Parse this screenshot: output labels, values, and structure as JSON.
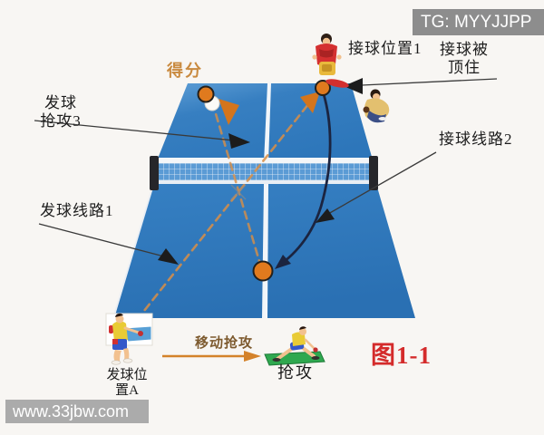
{
  "watermarks": {
    "top_right": "TG: MYYJJPP",
    "bottom_left": "www.33jbw.com"
  },
  "caption": "图1-1",
  "labels": {
    "score": "得分",
    "receive_position": "接球位置1",
    "receive_blocked_line1": "接球被",
    "receive_blocked_line2": "顶住",
    "serve_attack_line1": "发球",
    "serve_attack_line2": "抢攻3",
    "serve_route": "发球线路1",
    "receive_route": "接球线路2",
    "move_attack": "移动抢攻",
    "attack": "抢攻",
    "serve_position_line1": "发球位",
    "serve_position_line2": "置A"
  },
  "figures": {
    "receiver": "player-receive-position-icon",
    "blocked_player": "player-blocked-receive-icon",
    "server": "player-serving-icon",
    "attacker": "player-attacking-icon"
  },
  "colors": {
    "table": "#2e7abf",
    "tableHi": "#6aa7dc",
    "tableDk": "#2566a4",
    "net": "#5b9bd5",
    "ball": "#e07a1e",
    "serve": "#d98e45",
    "curve": "#1b2440",
    "mat": "#2fa84f",
    "red": "#d42b2b",
    "score": "#c98a3f",
    "move": "#7d5a2e",
    "grayTop": "#8d8d8d",
    "grayBottom": "#ababab",
    "label": "#1c1c1c"
  }
}
